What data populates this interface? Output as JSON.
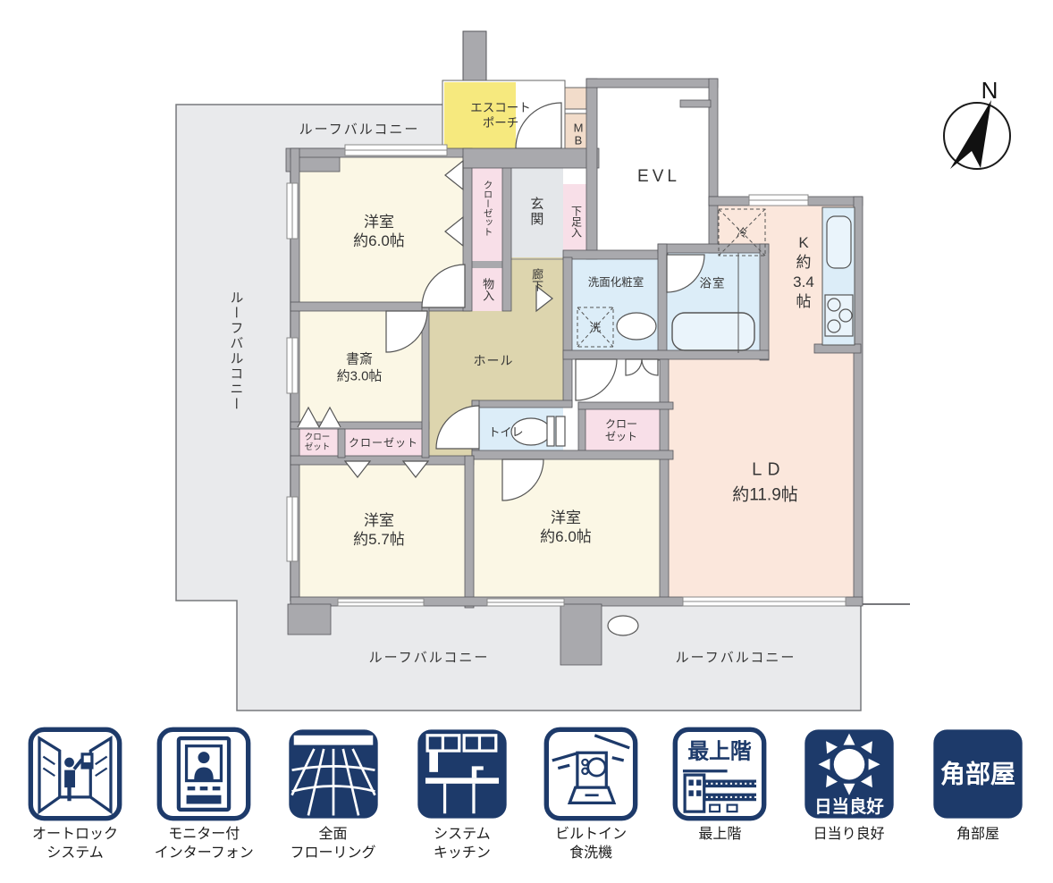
{
  "plan": {
    "compass_n": "N",
    "balcony_label": "ルーフバルコニー",
    "labels": {
      "escort_porch": "エスコート\nポーチ",
      "mb": "M\nB",
      "evl": "EVL",
      "genkan": "玄関",
      "shoe_box": "下足入",
      "closet": "クローゼット",
      "closet_two_line": "クロー\nゼット",
      "storage": "物入",
      "corridor": "廊下",
      "hall": "ホール",
      "western_top": "洋室\n約6.0帖",
      "study": "書斎\n約3.0帖",
      "western_mid": "洋室\n約5.7帖",
      "western_bottom": "洋室\n約6.0帖",
      "toilet": "トイレ",
      "washroom": "洗面化粧室",
      "washer": "洗",
      "bath": "浴室",
      "fridge": "冷",
      "kitchen": "K\n約\n3.4\n帖",
      "living_dining": "ＬＤ\n約11.9帖"
    }
  },
  "features": [
    {
      "label": "オートロック\nシステム"
    },
    {
      "label": "モニター付\nインターフォン"
    },
    {
      "label": "全面\nフローリング"
    },
    {
      "label": "システム\nキッチン"
    },
    {
      "label": "ビルトイン\n食洗機"
    },
    {
      "label": "最上階",
      "icon_text": "最上階"
    },
    {
      "label": "日当り良好",
      "icon_text": "日当良好"
    },
    {
      "label": "角部屋",
      "icon_text": "角部屋"
    }
  ],
  "colors": {
    "room": "#fbf7e5",
    "living": "#fbe7dc",
    "hall": "#ddd5ae",
    "water": "#dcedf8",
    "closet": "#f8dfe8",
    "porch": "#f6e97e",
    "mb": "#f2dcca",
    "wall": "#a9a9ad",
    "balcony": "#e9eaec",
    "icon_navy": "#1d3a6a"
  }
}
